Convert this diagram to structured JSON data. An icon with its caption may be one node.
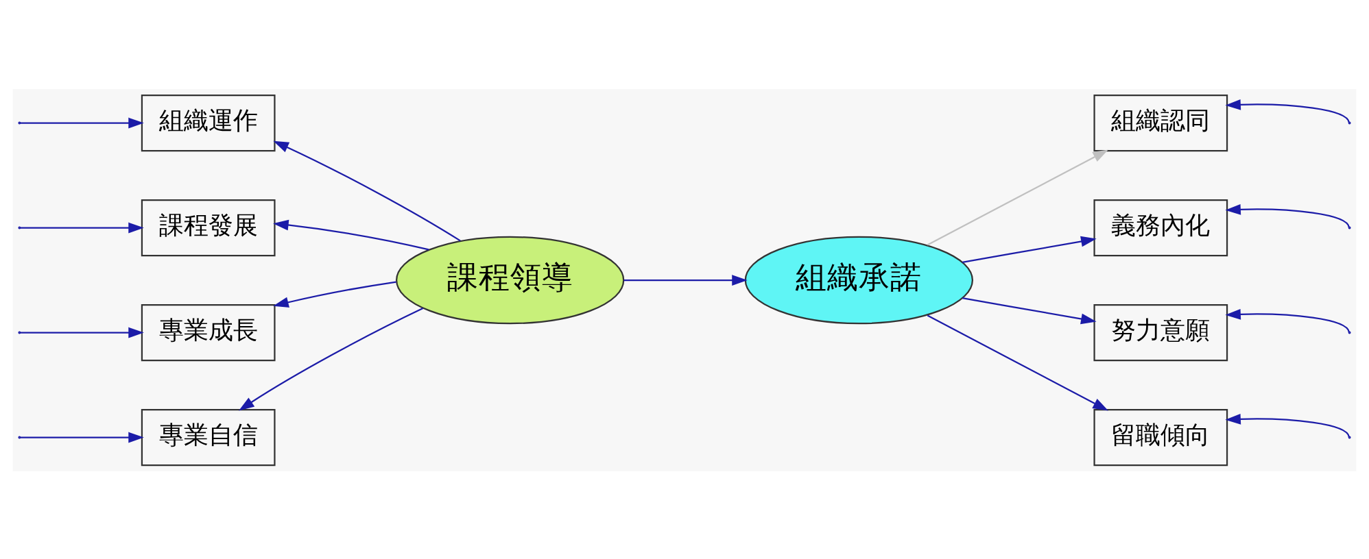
{
  "diagram": {
    "nodes": [
      {
        "text": [
          "專業自信"
        ]
      },
      {
        "text": [
          "組織運作"
        ]
      },
      {
        "text": [
          "課程發展"
        ]
      },
      {
        "text": [
          "專業成長"
        ]
      },
      {
        "text": [
          "課程領導"
        ]
      },
      {
        "text": [
          "組織承諾"
        ]
      },
      {
        "text": [
          "組織認同"
        ]
      },
      {
        "text": [
          "義務內化"
        ]
      },
      {
        "text": [
          "努力意願"
        ]
      },
      {
        "text": [
          "留職傾向"
        ]
      }
    ],
    "edges": [
      {
        "from": 4,
        "to": 0,
        "arrow": "to"
      },
      {
        "from": 4,
        "to": 1,
        "arrow": "to"
      },
      {
        "from": 4,
        "to": 2,
        "arrow": "to"
      },
      {
        "from": 4,
        "to": 3,
        "arrow": "to"
      },
      {
        "from": 4,
        "to": 5,
        "arrow": "to"
      },
      {
        "from": 5,
        "to": 6,
        "arrow": "to",
        "color": "#c0c0c0"
      },
      {
        "from": 5,
        "to": 7,
        "arrow": "to"
      },
      {
        "from": 5,
        "to": 8,
        "arrow": "to"
      },
      {
        "from": 5,
        "to": 9,
        "arrow": "to"
      },
      {
        "from": null,
        "to": 0,
        "arrow": "to"
      },
      {
        "from": null,
        "to": 1,
        "arrow": "to"
      },
      {
        "from": null,
        "to": 2,
        "arrow": "to"
      },
      {
        "from": null,
        "to": 3,
        "arrow": "to"
      },
      {
        "from": null,
        "to": 6,
        "arrow": "to"
      },
      {
        "from": null,
        "to": 7,
        "arrow": "to"
      },
      {
        "from": null,
        "to": 8,
        "arrow": "to"
      },
      {
        "from": null,
        "to": 9,
        "arrow": "to"
      }
    ]
  }
}
